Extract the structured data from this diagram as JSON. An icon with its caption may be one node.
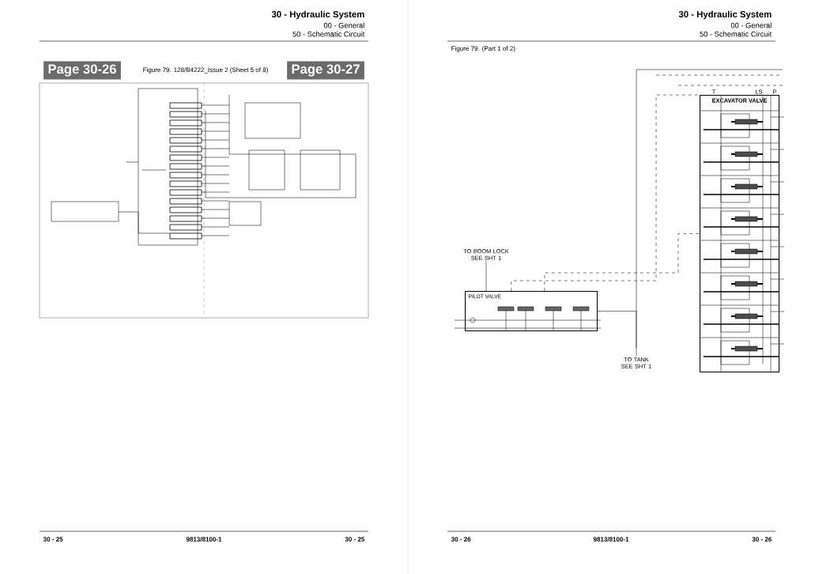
{
  "diagram": {
    "nodes": [
      {
        "text": [
          "EXCAVATOR VALVE"
        ]
      },
      {
        "text": [
          "PILOT VALVE"
        ]
      },
      {
        "text": [
          "TO BOOM LOCK SEE SHT 1"
        ]
      },
      {
        "text": [
          "TO TANK SEE SHT 1"
        ]
      }
    ],
    "edges": [
      {
        "from": 2,
        "to": 1,
        "arrow": "none"
      },
      {
        "from": 1,
        "to": 0,
        "arrow": "none",
        "style": "dashed"
      },
      {
        "from": 1,
        "to": 0,
        "arrow": "none",
        "style": "dashed"
      },
      {
        "from": 3,
        "to": 1,
        "arrow": "none"
      }
    ],
    "labels": [
      "30 - Hydraulic System",
      "00 - General",
      "50 - Schematic Circuit",
      "Page 30-26",
      "Figure 79. 128/B4222_Issue 2 (Sheet 5 of 8)",
      "Page 30-27",
      "30 - 25",
      "9813/8100-1",
      "30 - 25",
      "30 - Hydraulic System",
      "00 - General",
      "50 - Schematic Circuit",
      "Figure 79. (Part 1 of 2)",
      "T",
      "LS",
      "P",
      "30 - 26",
      "9813/8100-1",
      "30 - 26"
    ]
  }
}
